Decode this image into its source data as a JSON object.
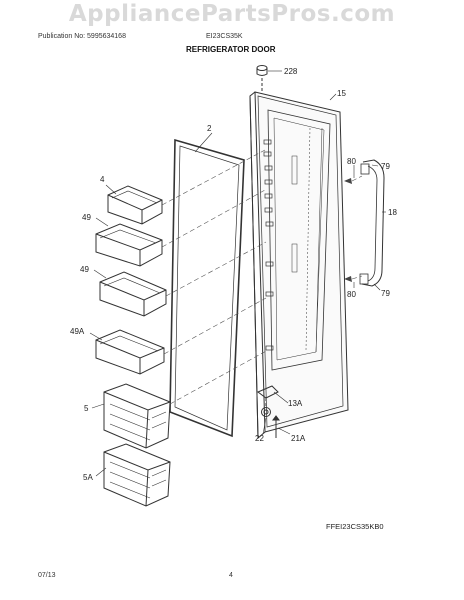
{
  "watermark": "AppliancePartsPros.com",
  "header": {
    "publication": "Publication No: 5995634168",
    "model": "EI23CS35K",
    "title": "REFRIGERATOR DOOR"
  },
  "parts": {
    "p228": "228",
    "p15": "15",
    "p2": "2",
    "p4": "4",
    "p49a": "49",
    "p49b": "49",
    "p49A": "49A",
    "p80a": "80",
    "p79a": "79",
    "p18": "18",
    "p80b": "80",
    "p79b": "79",
    "p5": "5",
    "p13A": "13A",
    "p22": "22",
    "p21A": "21A",
    "p5A": "5A"
  },
  "diagram_code": "FFEI23CS35KB0",
  "footer": {
    "date": "07/13",
    "page": "4"
  }
}
